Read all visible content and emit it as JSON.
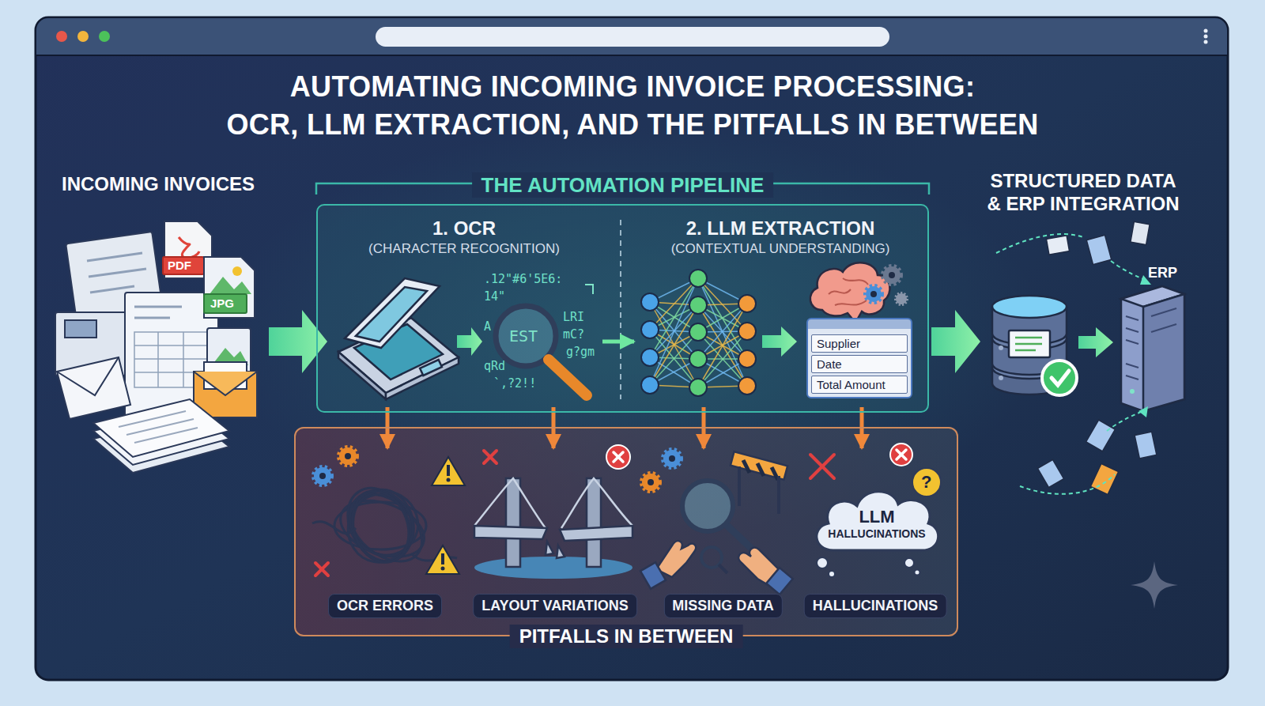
{
  "diagram": {
    "title": "AUTOMATING INCOMING INVOICE PROCESSING: OCR, LLM EXTRACTION, AND THE PITFALLS IN BETWEEN",
    "nodes": [
      {
        "text": [
          "THE AUTOMATION PIPELINE"
        ]
      },
      {
        "text": [
          "1. OCR",
          "(CHARACTER RECOGNITION)"
        ],
        "in": 0
      },
      {
        "text": [
          "2. LLM EXTRACTION",
          "(CONTEXTUAL UNDERSTANDING)"
        ],
        "in": 0
      },
      {
        "text": [
          "Supplier",
          "Date",
          "Total Amount"
        ],
        "in": 2
      },
      {
        "text": [
          "PITFALLS IN BETWEEN"
        ]
      },
      {
        "text": [
          "OCR ERRORS"
        ],
        "in": 4
      },
      {
        "text": [
          "LAYOUT VARIATIONS"
        ],
        "in": 4
      },
      {
        "text": [
          "MISSING DATA"
        ],
        "in": 4
      },
      {
        "text": [
          "HALLUCINATIONS"
        ],
        "in": 4
      },
      {
        "text": [
          "LLM",
          "HALLUCINATIONS"
        ],
        "in": 8
      }
    ],
    "edges": [
      {
        "from": 1,
        "to": 2,
        "arrow": "to"
      },
      {
        "from": 1,
        "to": 5,
        "arrow": "to"
      },
      {
        "from": 1,
        "to": 6,
        "arrow": "to"
      },
      {
        "from": 2,
        "to": 7,
        "arrow": "to"
      },
      {
        "from": 2,
        "to": 8,
        "arrow": "to"
      }
    ],
    "labels": [
      "INCOMING INVOICES",
      "PDF",
      "JPG",
      ".12\"#6'5E6:",
      "14\"",
      "A",
      "LRI",
      "mC?",
      "EST",
      "g?gm",
      "qRd",
      "`,?2!!",
      "STRUCTURED DATA & ERP INTEGRATION",
      "ERP",
      "?"
    ]
  }
}
